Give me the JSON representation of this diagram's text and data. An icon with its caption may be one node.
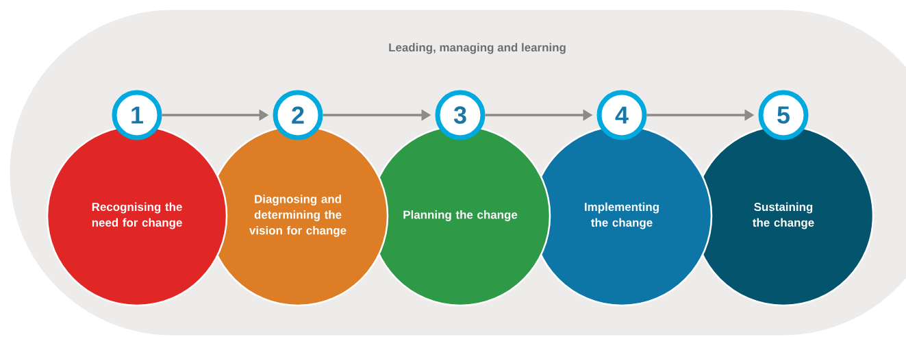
{
  "diagram": {
    "nodes": [
      {
        "text": [
          "Leading, managing and learning"
        ]
      },
      {
        "text": [
          "1"
        ],
        "in": 0
      },
      {
        "text": [
          "Recognising the need for change"
        ],
        "in": 0
      },
      {
        "text": [
          "2"
        ],
        "in": 0
      },
      {
        "text": [
          "Diagnosing and determining the vision for change"
        ],
        "in": 0
      },
      {
        "text": [
          "3"
        ],
        "in": 0
      },
      {
        "text": [
          "Planning the change"
        ],
        "in": 0
      },
      {
        "text": [
          "4"
        ],
        "in": 0
      },
      {
        "text": [
          "Implementing the change"
        ],
        "in": 0
      },
      {
        "text": [
          "5"
        ],
        "in": 0
      },
      {
        "text": [
          "Sustaining the change"
        ],
        "in": 0
      }
    ],
    "edges": [
      {
        "from": 1,
        "to": 3,
        "arrow": "to"
      },
      {
        "from": 3,
        "to": 5,
        "arrow": "to"
      },
      {
        "from": 5,
        "to": 7,
        "arrow": "to"
      },
      {
        "from": 7,
        "to": 9,
        "arrow": "to"
      }
    ]
  }
}
